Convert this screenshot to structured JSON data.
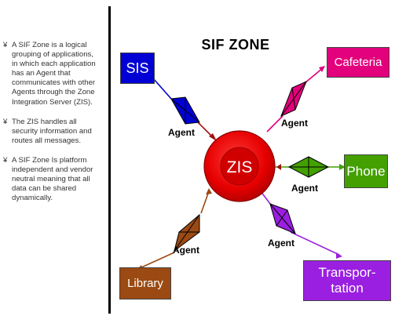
{
  "bullets": [
    {
      "mark": "¥",
      "text": "A SIF Zone is a logical grouping of applications, in which each application has an Agent that communicates with other Agents through the Zone Integration Server (ZIS)."
    },
    {
      "mark": "¥",
      "text": "The ZIS handles all security information and routes all messages."
    },
    {
      "mark": "¥",
      "text": " A SIF Zone Is platform independent and vendor neutral meaning that all data can be shared dynamically."
    }
  ],
  "diagram": {
    "title": "SIF ZONE",
    "hub": {
      "label": "ZIS",
      "color": "#e60000"
    },
    "nodes": {
      "sis": {
        "label": "SIS",
        "color": "#0000d4"
      },
      "cafeteria": {
        "label": "Cafeteria",
        "color": "#e3007c"
      },
      "phone": {
        "label": "Phone",
        "color": "#43a000"
      },
      "library": {
        "label": "Library",
        "color": "#9a4a12"
      },
      "transportation": {
        "label": "Transpor-\ntation",
        "color": "#9a1fe0"
      }
    },
    "agent_label": "Agent"
  }
}
